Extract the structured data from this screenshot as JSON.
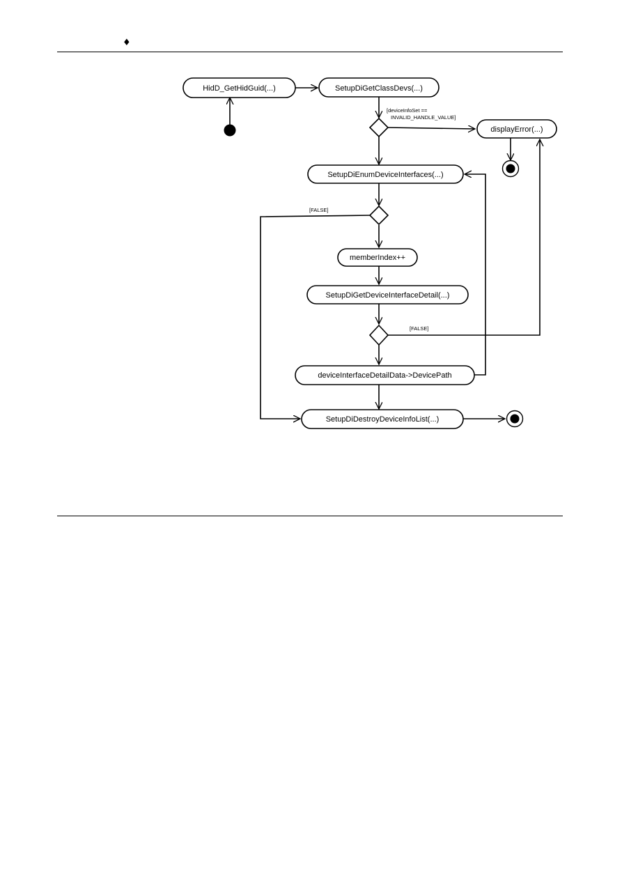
{
  "header": {
    "marker": "♦"
  },
  "diagram": {
    "nodes": {
      "hidd_gethidguid": "HidD_GetHidGuid(...)",
      "setupdigetclassdevs": "SetupDiGetClassDevs(...)",
      "displayerror": "displayError(...)",
      "setupdienumdeviceinterfaces": "SetupDiEnumDeviceInterfaces(...)",
      "memberindex": "memberIndex++",
      "setupdigetdeviceinterfacedetail": "SetupDiGetDeviceInterfaceDetail(...)",
      "devicepath": "deviceInterfaceDetailData->DevicePath",
      "setupdidestroydeviceinfolist": "SetupDiDestroyDeviceInfoList(...)"
    },
    "guards": {
      "invalid_handle_line1": "[deviceInfoSet ==",
      "invalid_handle_line2": "INVALID_HANDLE_VALUE]",
      "enum_false": "[FALSE]",
      "detail_false": "[FALSE]"
    }
  }
}
